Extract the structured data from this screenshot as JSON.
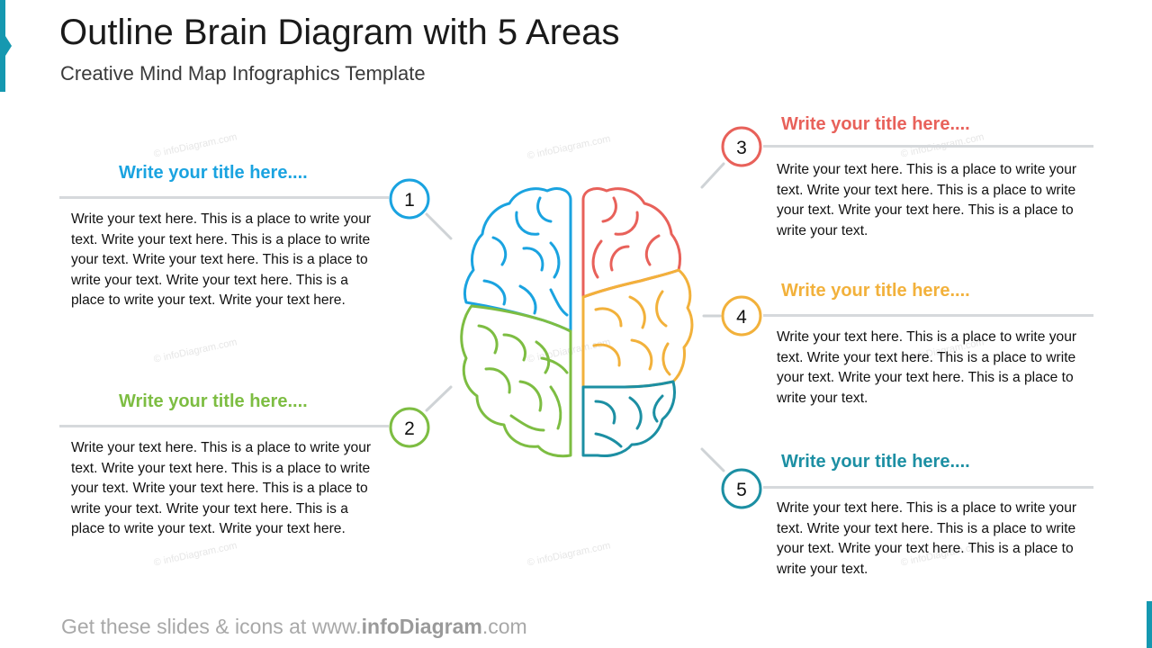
{
  "header": {
    "title": "Outline Brain Diagram with 5 Areas",
    "subtitle": "Creative Mind Map Infographics Template"
  },
  "watermark": "© infoDiagram.com",
  "areas": [
    {
      "number": "1",
      "color": "#1aa3e0",
      "title": "Write your title here....",
      "text": "Write your text here. This is a place to write your text. Write your text here. This is a place to write your text. Write your text here. This is a place to write your text. Write your text here. This is a place to write your text. Write your text here."
    },
    {
      "number": "2",
      "color": "#7dbd42",
      "title": "Write your title here....",
      "text": "Write your text here. This is a place to write your text. Write your text here. This is a place to write your text. Write your text here. This is a place to write your text. Write your text here. This is a place to write your text. Write your text here."
    },
    {
      "number": "3",
      "color": "#e8615a",
      "title": "Write your title here....",
      "text": "Write your text here. This is a place to write your text. Write your text here. This is a place to write your text. Write your text here. This is a place to write your text."
    },
    {
      "number": "4",
      "color": "#f2b13b",
      "title": "Write your title here....",
      "text": "Write your text here. This is a place to write your text. Write your text here. This is a place to write your text. Write your text here. This is a place to write your text."
    },
    {
      "number": "5",
      "color": "#1c8fa3",
      "title": "Write your title here....",
      "text": "Write your text here. This is a place to write your text. Write your text here. This is a place to write your text. Write your text here. This is a place to write your text."
    }
  ],
  "footer": {
    "prefix": "Get these slides & icons at www.",
    "brand": "infoDiagram",
    "suffix": ".com"
  },
  "icons": {
    "brain": "brain-outline-icon"
  }
}
